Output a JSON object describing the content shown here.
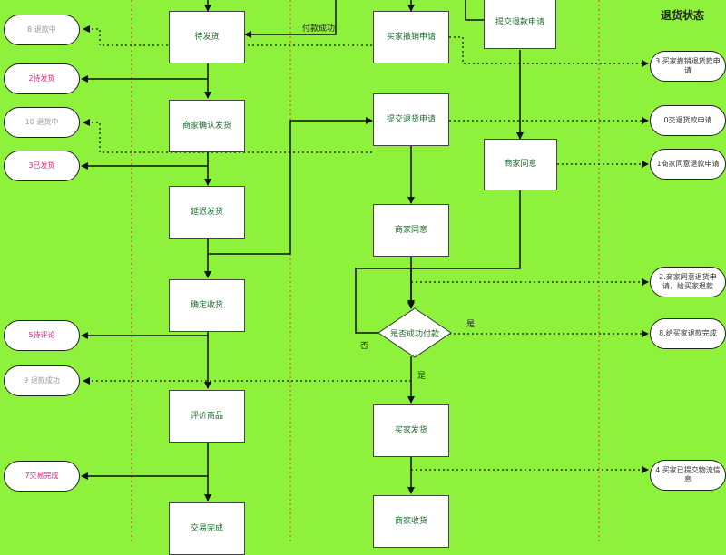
{
  "panel_title": "退货状态",
  "left_states": [
    {
      "id": "s8",
      "label": "8 退款中",
      "tone": "grey"
    },
    {
      "id": "s2",
      "label": "2待发货",
      "tone": "pink"
    },
    {
      "id": "s10",
      "label": "10 退货中",
      "tone": "grey"
    },
    {
      "id": "s3",
      "label": "3已发货",
      "tone": "pink"
    },
    {
      "id": "s5",
      "label": "5待评论",
      "tone": "pink"
    },
    {
      "id": "s9",
      "label": "9 退款成功",
      "tone": "grey"
    },
    {
      "id": "s7",
      "label": "7交易完成",
      "tone": "pink"
    }
  ],
  "order_flow": {
    "wait_ship": "待发货",
    "confirm_ship": "商家确认发货",
    "delay_ship": "延迟发货",
    "confirm_receipt": "确定收货",
    "review": "评价商品",
    "done": "交易完成"
  },
  "refund_flow": {
    "cancel_request": "买家撤销申请",
    "submit_return": "提交退货申请",
    "merchant_agree": "商家同意",
    "decision": "是否成功付款",
    "buyer_ship": "买家发货",
    "merchant_receive": "商家收货"
  },
  "refund_only_flow": {
    "submit_refund": "提交退款申请",
    "merchant_agree": "商家同意"
  },
  "edge_labels": {
    "pay_success": "付款成功",
    "yes_right": "是",
    "no_left": "否",
    "yes_down": "是"
  },
  "right_states": [
    {
      "id": "r3",
      "label": "3.买家撤销退货款申请"
    },
    {
      "id": "r0",
      "label": "0交退货款申请"
    },
    {
      "id": "r1",
      "label": "1商家同意退款申请"
    },
    {
      "id": "r2",
      "label": "2.商家同意退货申请，给买家退款"
    },
    {
      "id": "r8",
      "label": "8.给买家退款完成"
    },
    {
      "id": "r4",
      "label": "4.买家已提交物流信息"
    }
  ],
  "colors": {
    "background": "#8ef23c",
    "box_text": "#1b6b2d",
    "pink_text": "#e0247a",
    "grey_text": "#9a9a9a",
    "divider": "#e23b2a"
  }
}
